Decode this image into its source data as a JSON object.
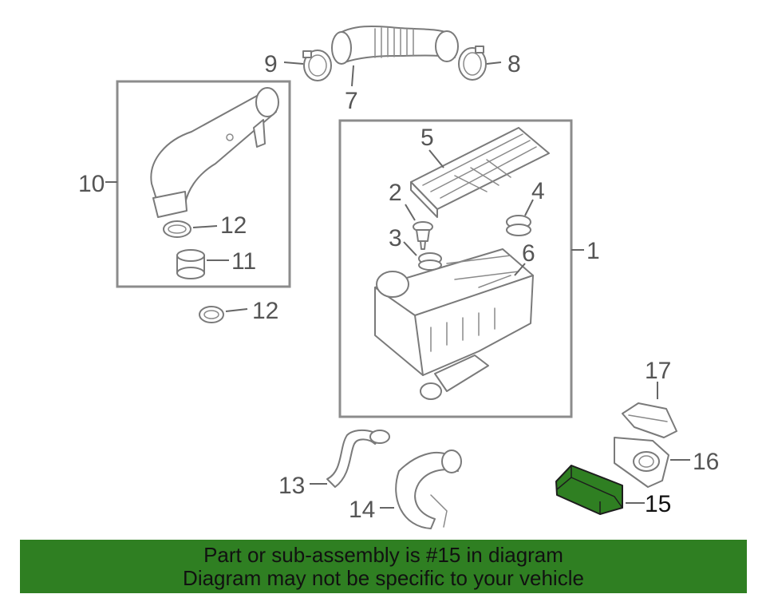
{
  "diagram": {
    "highlight_color": "#2f7f22",
    "highlighted_part": "15",
    "callouts": {
      "c1": "1",
      "c2": "2",
      "c3": "3",
      "c4": "4",
      "c5": "5",
      "c6": "6",
      "c7": "7",
      "c8": "8",
      "c9": "9",
      "c10": "10",
      "c11": "11",
      "c12a": "12",
      "c12b": "12",
      "c13": "13",
      "c14": "14",
      "c15": "15",
      "c16": "16",
      "c17": "17"
    }
  },
  "banner": {
    "line1": "Part or sub-assembly is #15 in diagram",
    "line2": "Diagram may not be specific to your vehicle",
    "background": "#2f7f22"
  }
}
